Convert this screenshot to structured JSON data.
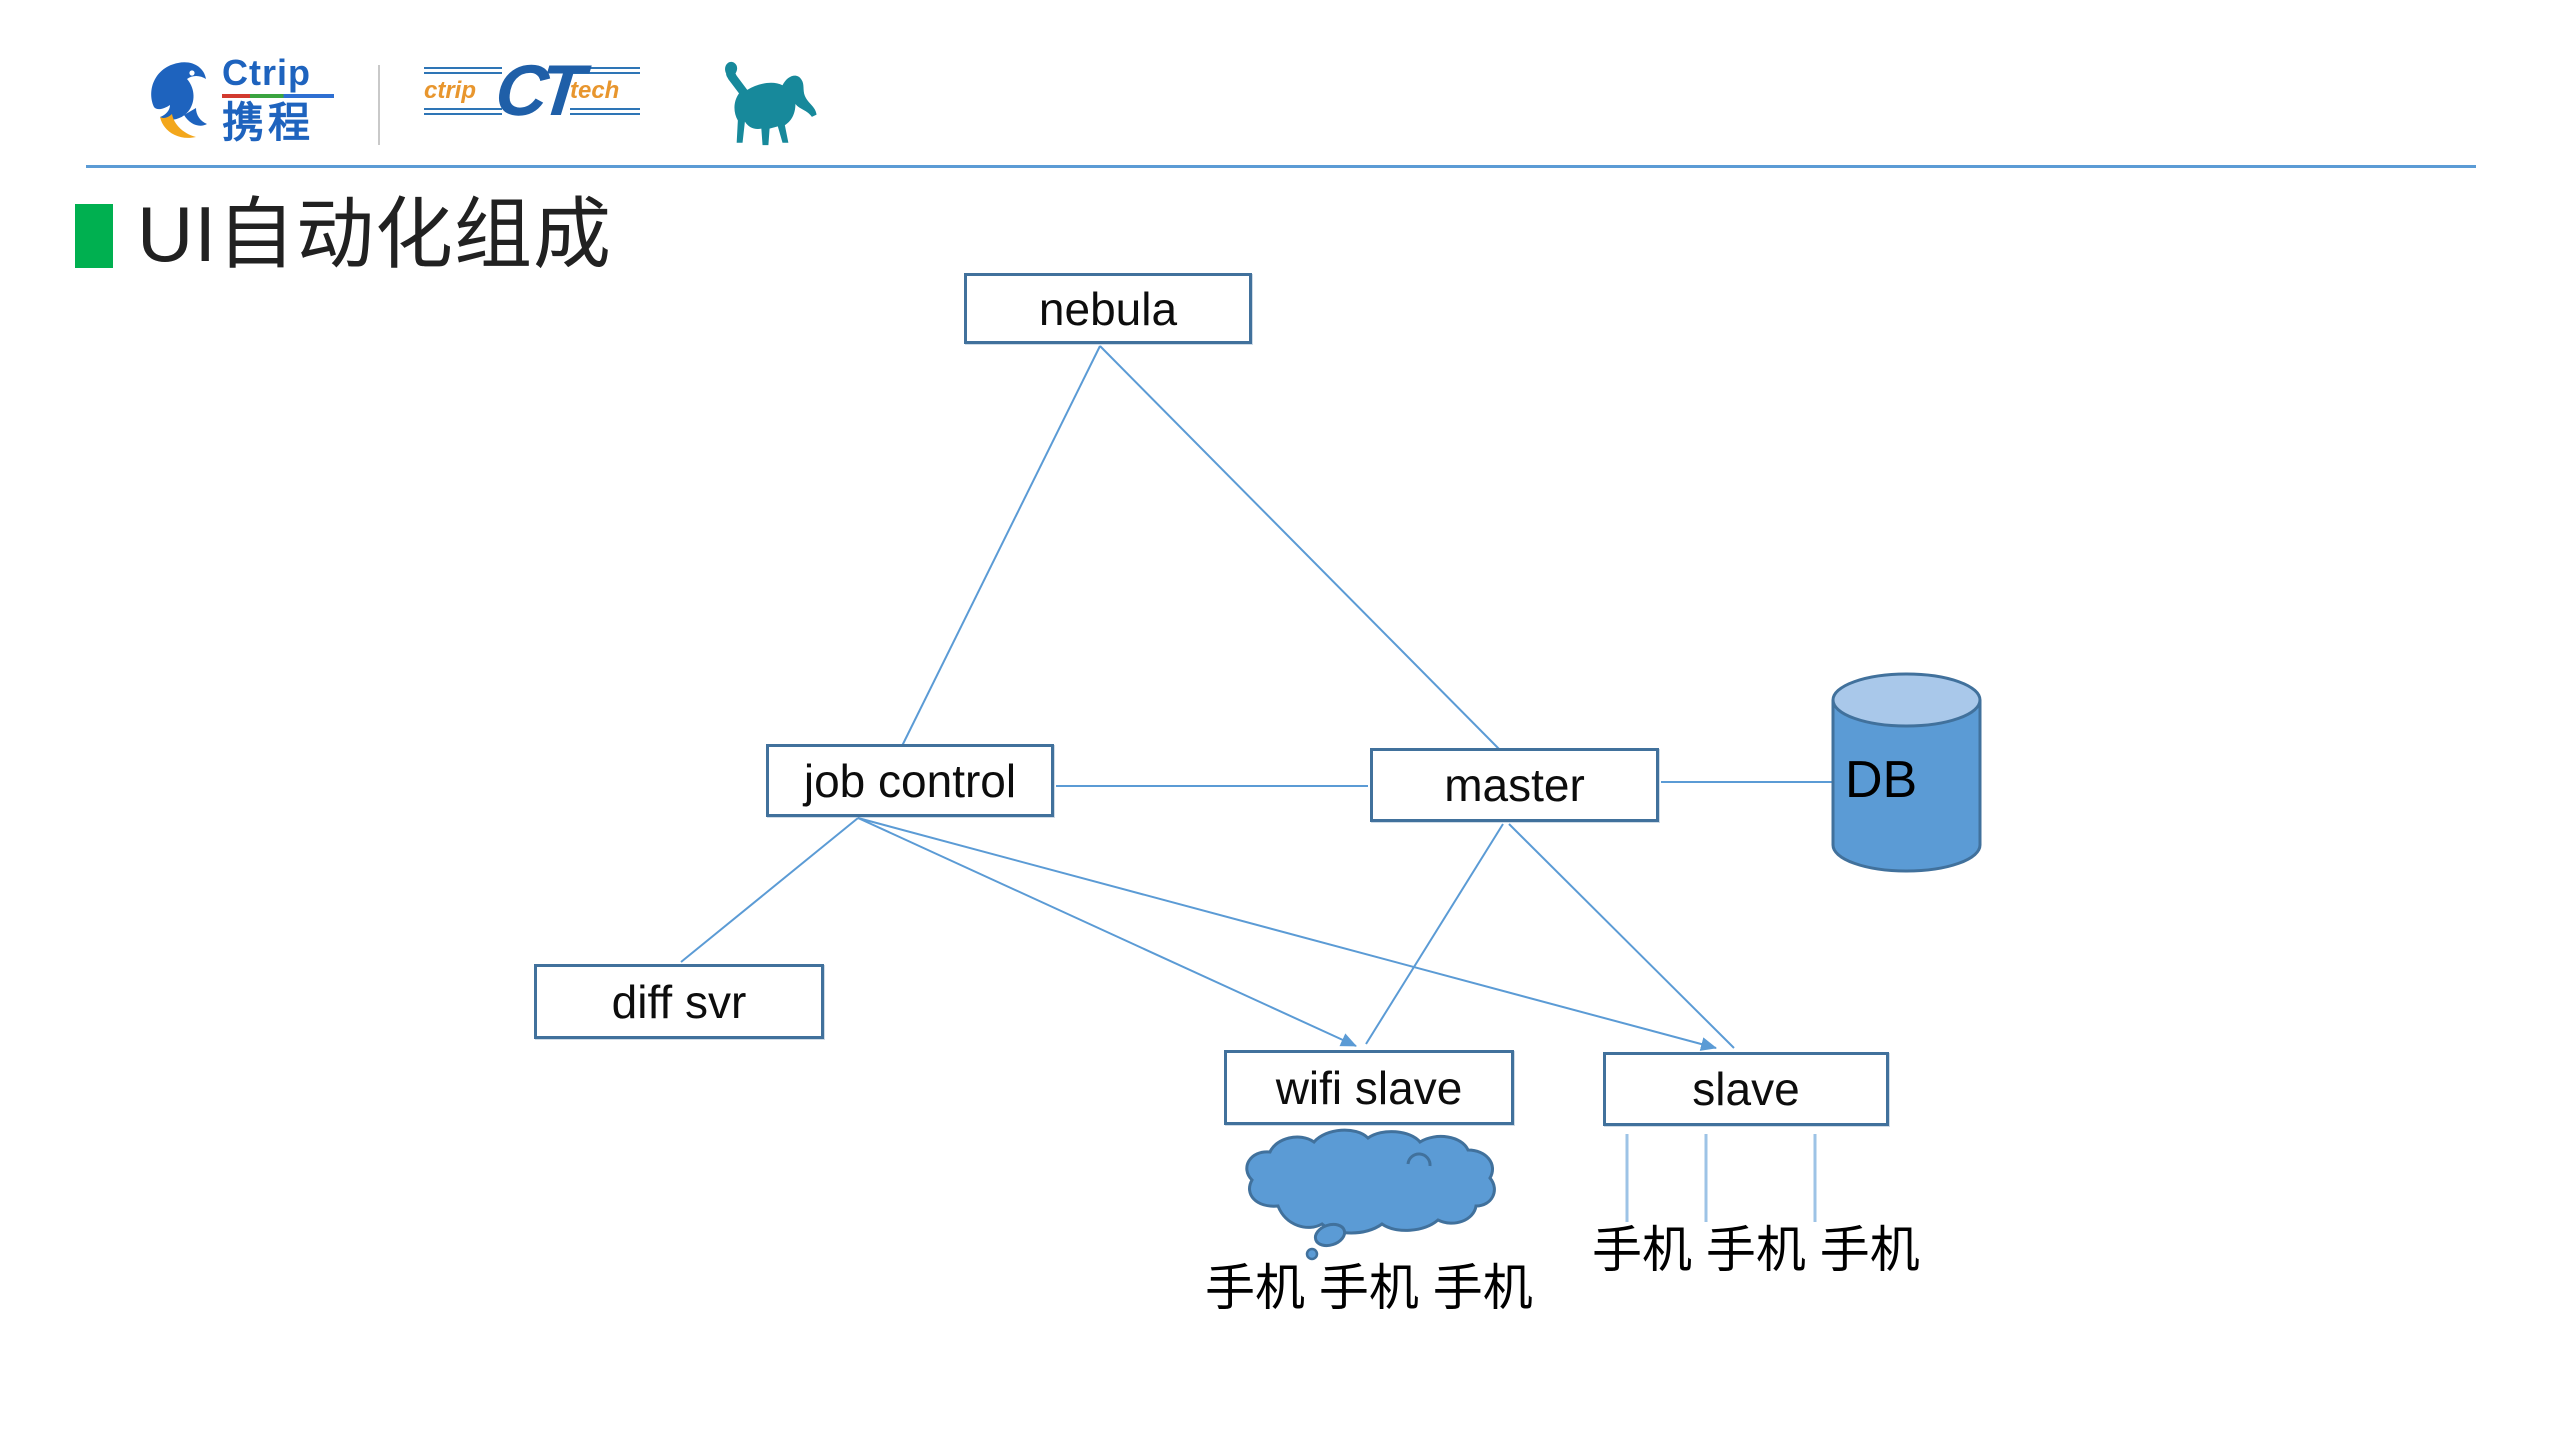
{
  "header": {
    "ctrip_logo": {
      "en": "Ctrip",
      "cn": "携程"
    },
    "cttech_logo": {
      "prefix": "ctrip",
      "monogram": "CT",
      "suffix": "tech"
    }
  },
  "title": {
    "text": "UI自动化组成",
    "bullet_color": "#00B050"
  },
  "diagram": {
    "nodes": [
      {
        "id": "nebula",
        "label": "nebula"
      },
      {
        "id": "job-control",
        "label": "job control"
      },
      {
        "id": "master",
        "label": "master"
      },
      {
        "id": "diff-svr",
        "label": "diff svr"
      },
      {
        "id": "wifi-slave",
        "label": "wifi slave"
      },
      {
        "id": "slave",
        "label": "slave"
      }
    ],
    "db": {
      "label": "DB"
    },
    "phones_left": "手机 手机 手机",
    "phones_right": "手机 手机 手机",
    "edges": [
      {
        "from": "nebula",
        "to": "job control"
      },
      {
        "from": "nebula",
        "to": "master"
      },
      {
        "from": "job control",
        "to": "master"
      },
      {
        "from": "master",
        "to": "DB"
      },
      {
        "from": "job control",
        "to": "diff svr"
      },
      {
        "from": "job control",
        "to": "wifi slave"
      },
      {
        "from": "job control",
        "to": "slave"
      },
      {
        "from": "master",
        "to": "wifi slave"
      },
      {
        "from": "master",
        "to": "slave"
      },
      {
        "from": "slave",
        "to": "手机"
      },
      {
        "from": "slave",
        "to": "手机"
      },
      {
        "from": "slave",
        "to": "手机"
      }
    ],
    "colors": {
      "node_border": "#41719C",
      "connector": "#5B9BD5",
      "phone_line": "#9DC3E6",
      "db_fill": "#5B9BD5",
      "db_top_fill": "#A9C8EA",
      "cloud_fill": "#5B9BD5"
    }
  }
}
